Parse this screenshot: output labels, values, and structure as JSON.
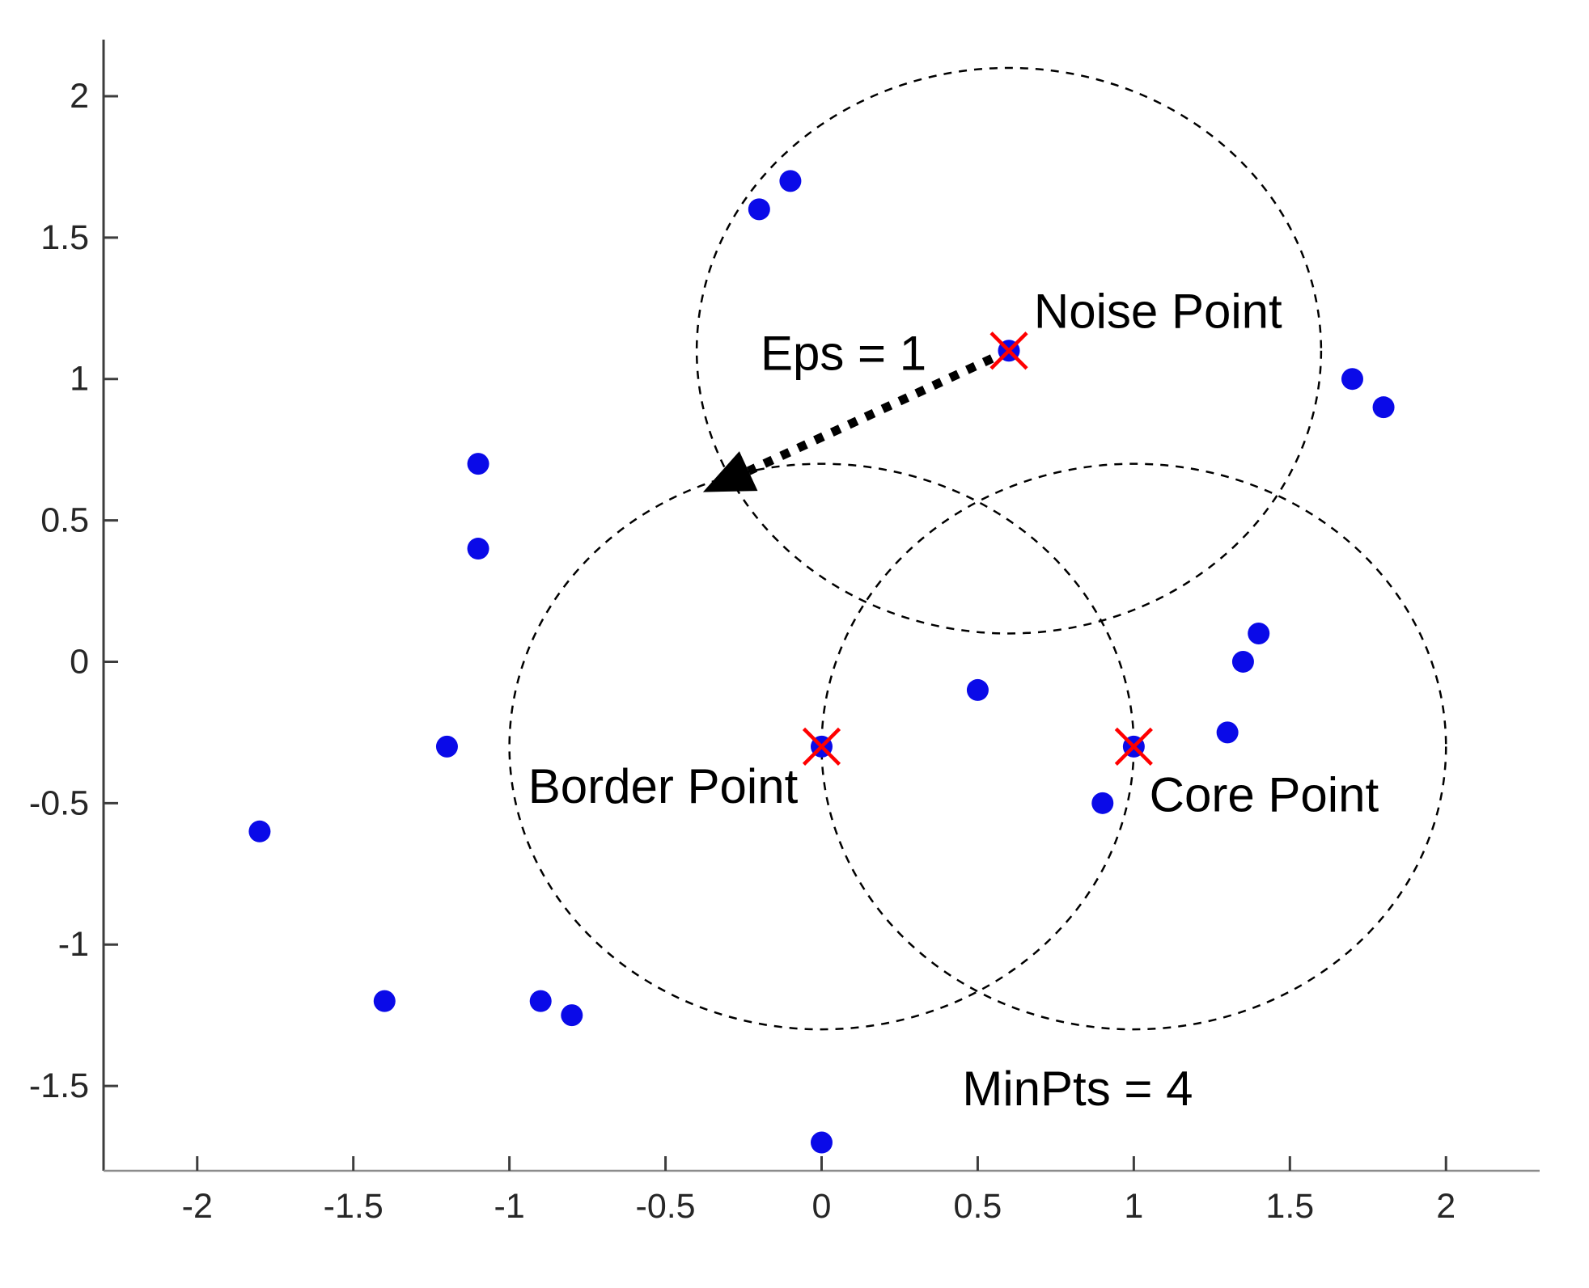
{
  "figure": {
    "background": "#ffffff",
    "description": "DBSCAN clustering illustration scatter plot"
  },
  "chart_data": {
    "type": "scatter",
    "title": "",
    "xlabel": "",
    "ylabel": "",
    "points": [
      [
        -0.2,
        1.6
      ],
      [
        -0.1,
        1.7
      ],
      [
        1.7,
        1.0
      ],
      [
        1.8,
        0.9
      ],
      [
        -1.1,
        0.7
      ],
      [
        -1.1,
        0.4
      ],
      [
        -1.2,
        -0.3
      ],
      [
        -1.8,
        -0.6
      ],
      [
        -1.4,
        -1.2
      ],
      [
        -0.9,
        -1.2
      ],
      [
        -0.8,
        -1.25
      ],
      [
        0.0,
        -1.7
      ],
      [
        0.5,
        -0.1
      ],
      [
        0.9,
        -0.5
      ],
      [
        1.3,
        -0.25
      ],
      [
        1.35,
        0.0
      ],
      [
        1.4,
        0.1
      ]
    ],
    "special_points": [
      {
        "name": "border-point",
        "x": 0.0,
        "y": -0.3,
        "marker": "blue-dot-red-x"
      },
      {
        "name": "core-point",
        "x": 1.0,
        "y": -0.3,
        "marker": "blue-dot-red-x"
      },
      {
        "name": "noise-point",
        "x": 0.6,
        "y": 1.1,
        "marker": "blue-dot-red-x"
      }
    ],
    "eps_circles": [
      {
        "name": "border-eps-circle",
        "cx": 0.0,
        "cy": -0.3,
        "radius": 1
      },
      {
        "name": "core-eps-circle",
        "cx": 1.0,
        "cy": -0.3,
        "radius": 1
      },
      {
        "name": "noise-eps-circle",
        "cx": 0.6,
        "cy": 1.1,
        "radius": 1
      }
    ],
    "arrow": {
      "from": [
        0.6,
        1.1
      ],
      "to": [
        -0.38,
        0.6
      ],
      "style": "thick-dotted"
    },
    "annotations": [
      {
        "name": "noise-point-label",
        "text": "Noise Point",
        "x": 0.68,
        "y": 1.24,
        "anchor": "start"
      },
      {
        "name": "eps-label",
        "text": "Eps = 1",
        "x": 0.07,
        "y": 1.09,
        "anchor": "middle"
      },
      {
        "name": "border-point-label",
        "text": "Border Point",
        "x": -0.94,
        "y": -0.44,
        "anchor": "start"
      },
      {
        "name": "core-point-label",
        "text": "Core Point",
        "x": 1.05,
        "y": -0.47,
        "anchor": "start"
      },
      {
        "name": "minpts-label",
        "text": "MinPts = 4",
        "x": 0.82,
        "y": -1.51,
        "anchor": "middle"
      }
    ],
    "axes": {
      "xlim": [
        -2.3,
        2.3
      ],
      "ylim": [
        -1.8,
        2.2
      ],
      "xticks": [
        -2,
        -1.5,
        -1,
        -0.5,
        0,
        0.5,
        1,
        1.5,
        2
      ],
      "xtick_labels": [
        "-2",
        "-1.5",
        "-1",
        "-0.5",
        "0",
        "0.5",
        "1",
        "1.5",
        "2"
      ],
      "yticks": [
        -1.5,
        -1,
        -0.5,
        0,
        0.5,
        1,
        1.5,
        2
      ],
      "ytick_labels": [
        "-1.5",
        "-1",
        "-0.5",
        "0",
        "0.5",
        "1",
        "1.5",
        "2"
      ],
      "grid": false,
      "box": false
    },
    "colors": {
      "point_fill": "#0a0ae8",
      "x_marker": "#ff0000",
      "circle_stroke": "#000000",
      "arrow": "#000000",
      "annotation_text": "#000000",
      "left_spine": "#3d3d3d",
      "bottom_spine": "#8c8c8c",
      "tick_mark": "#3d3d3d",
      "tick_label": "#262626"
    }
  }
}
